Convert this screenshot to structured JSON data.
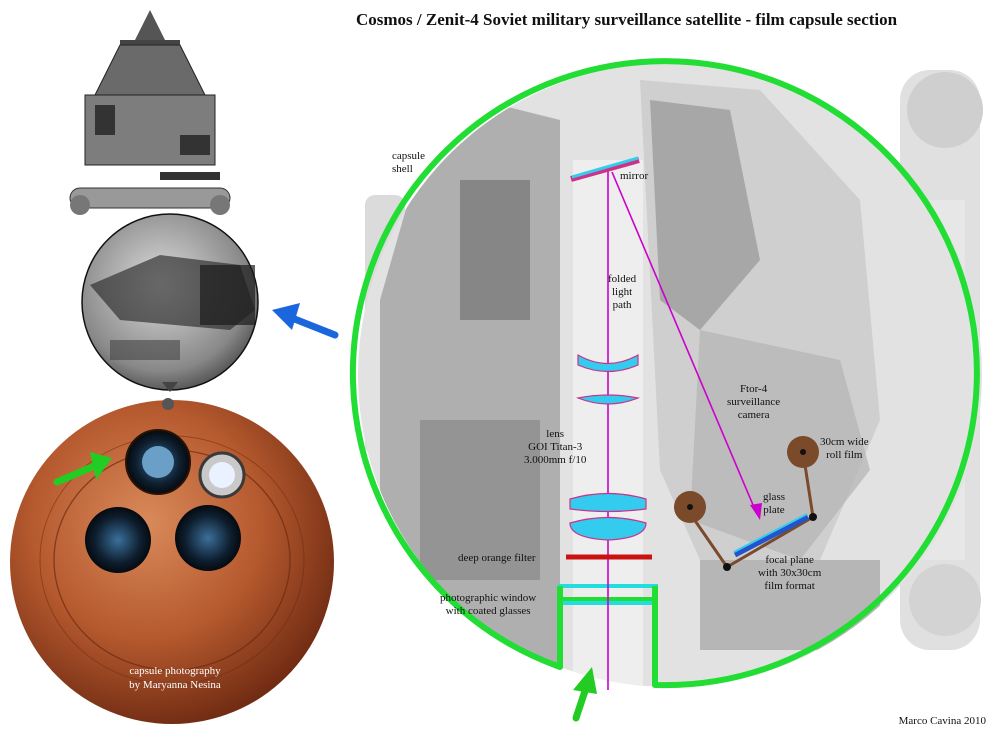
{
  "title": "Cosmos / Zenit-4 Soviet military surveillance satellite - film capsule section",
  "labels": {
    "capsule_shell": "capsule\nshell",
    "mirror": "mirror",
    "folded_light_path": "folded\nlight\npath",
    "camera": "Ftor-4\nsurveillance\ncamera",
    "lens": "lens\nGOI Titan-3\n3.000mm f/10",
    "roll_film": "30cm wide\nroll film",
    "glass_plate": "glass\nplate",
    "focal_plane": "focal plane\nwith 30x30cm\nfilm format",
    "orange_filter": "deep orange filter",
    "window": "photographic window\nwith coated glasses"
  },
  "photo_caption": "capsule photography\nby Maryanna Nesina",
  "credit": "Marco Cavina 2010",
  "colors": {
    "shell_outline": "#22dd33",
    "arrow_green": "#22cc22",
    "arrow_blue": "#1a66dd",
    "light_path": "#cc00cc",
    "lens_fill": "#33ccee",
    "lens_edge": "#cc3388",
    "filter": "#cc1111",
    "window_glass": "#22dddd",
    "film_roll": "#7a4a2a",
    "capsule_copper": "#b5592e"
  }
}
